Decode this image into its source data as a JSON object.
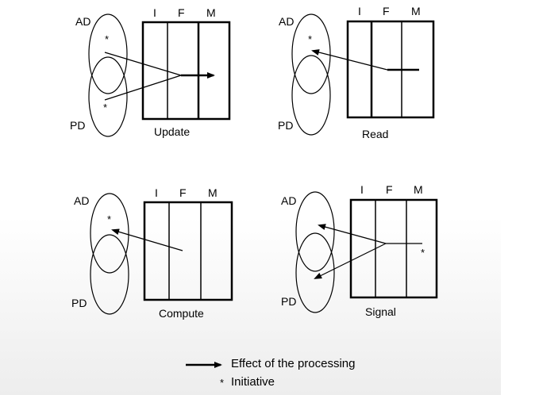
{
  "panels": {
    "update": {
      "ad": "AD",
      "pd": "PD",
      "col_i": "I",
      "col_f": "F",
      "col_m": "M",
      "caption": "Update",
      "star_ad": "*",
      "star_pd": "*"
    },
    "read": {
      "ad": "AD",
      "pd": "PD",
      "col_i": "I",
      "col_f": "F",
      "col_m": "M",
      "caption": "Read",
      "star_ad": "*"
    },
    "compute": {
      "ad": "AD",
      "pd": "PD",
      "col_i": "I",
      "col_f": "F",
      "col_m": "M",
      "caption": "Compute",
      "star_ad": "*"
    },
    "signal": {
      "ad": "AD",
      "pd": "PD",
      "col_i": "I",
      "col_f": "F",
      "col_m": "M",
      "caption": "Signal",
      "star_m": "*"
    }
  },
  "legend": {
    "effect_label": "Effect of the processing",
    "initiative_symbol": "*",
    "initiative_label": "Initiative"
  },
  "colors": {
    "stroke": "#000000",
    "background_gradient_end": "#ededed"
  }
}
